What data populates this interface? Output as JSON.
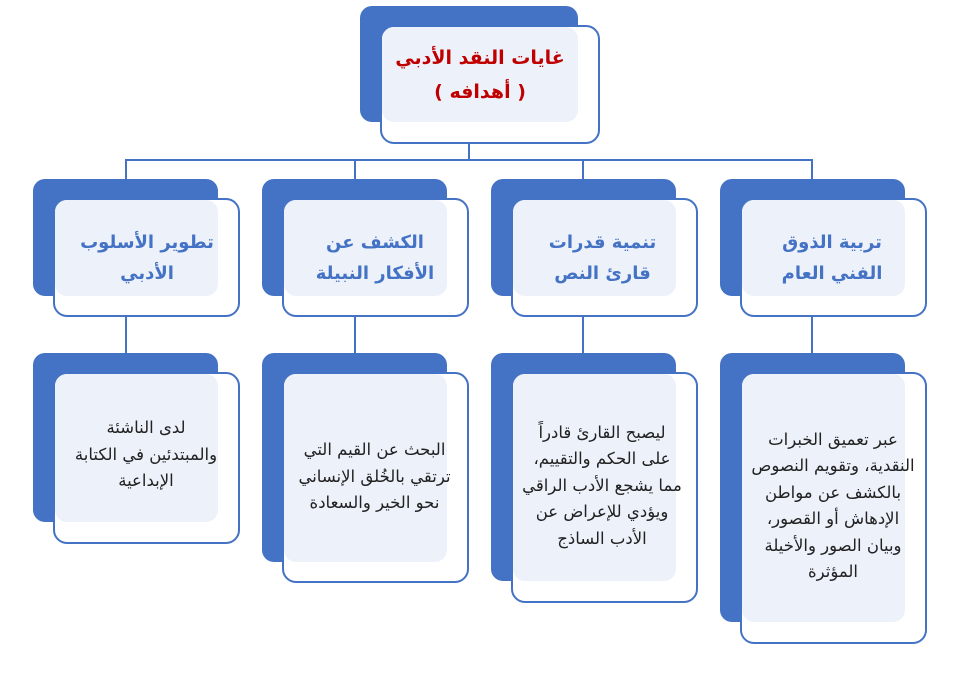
{
  "root": {
    "title": "غايات النقد الأدبي",
    "subtitle": "( أهدافه )"
  },
  "goals": [
    {
      "title": "تربية الذوق الفني العام",
      "description": "عبر تعميق الخبرات النقدية، وتقويم النصوص بالكشف عن مواطن الإدهاش أو القصور، وبيان الصور والأخيلة المؤثرة"
    },
    {
      "title": "تنمية قدرات قارئ النص",
      "description": "ليصبح القارئ قادراً على الحكم والتقييم، مما يشجع الأدب الراقي ويؤدي للإعراض عن الأدب الساذج"
    },
    {
      "title": "الكشف عن الأفكار النبيلة",
      "description": "البحث عن القيم التي ترتقي بالخُلق الإنساني نحو الخير والسعادة"
    },
    {
      "title": "تطوير الأسلوب الأدبي",
      "description": "لدى الناشئة والمبتدئين في الكتابة الإبداعية"
    }
  ],
  "colors": {
    "accent": "#4472c4",
    "root_text": "#c00000",
    "fill": "#edf1fa"
  }
}
